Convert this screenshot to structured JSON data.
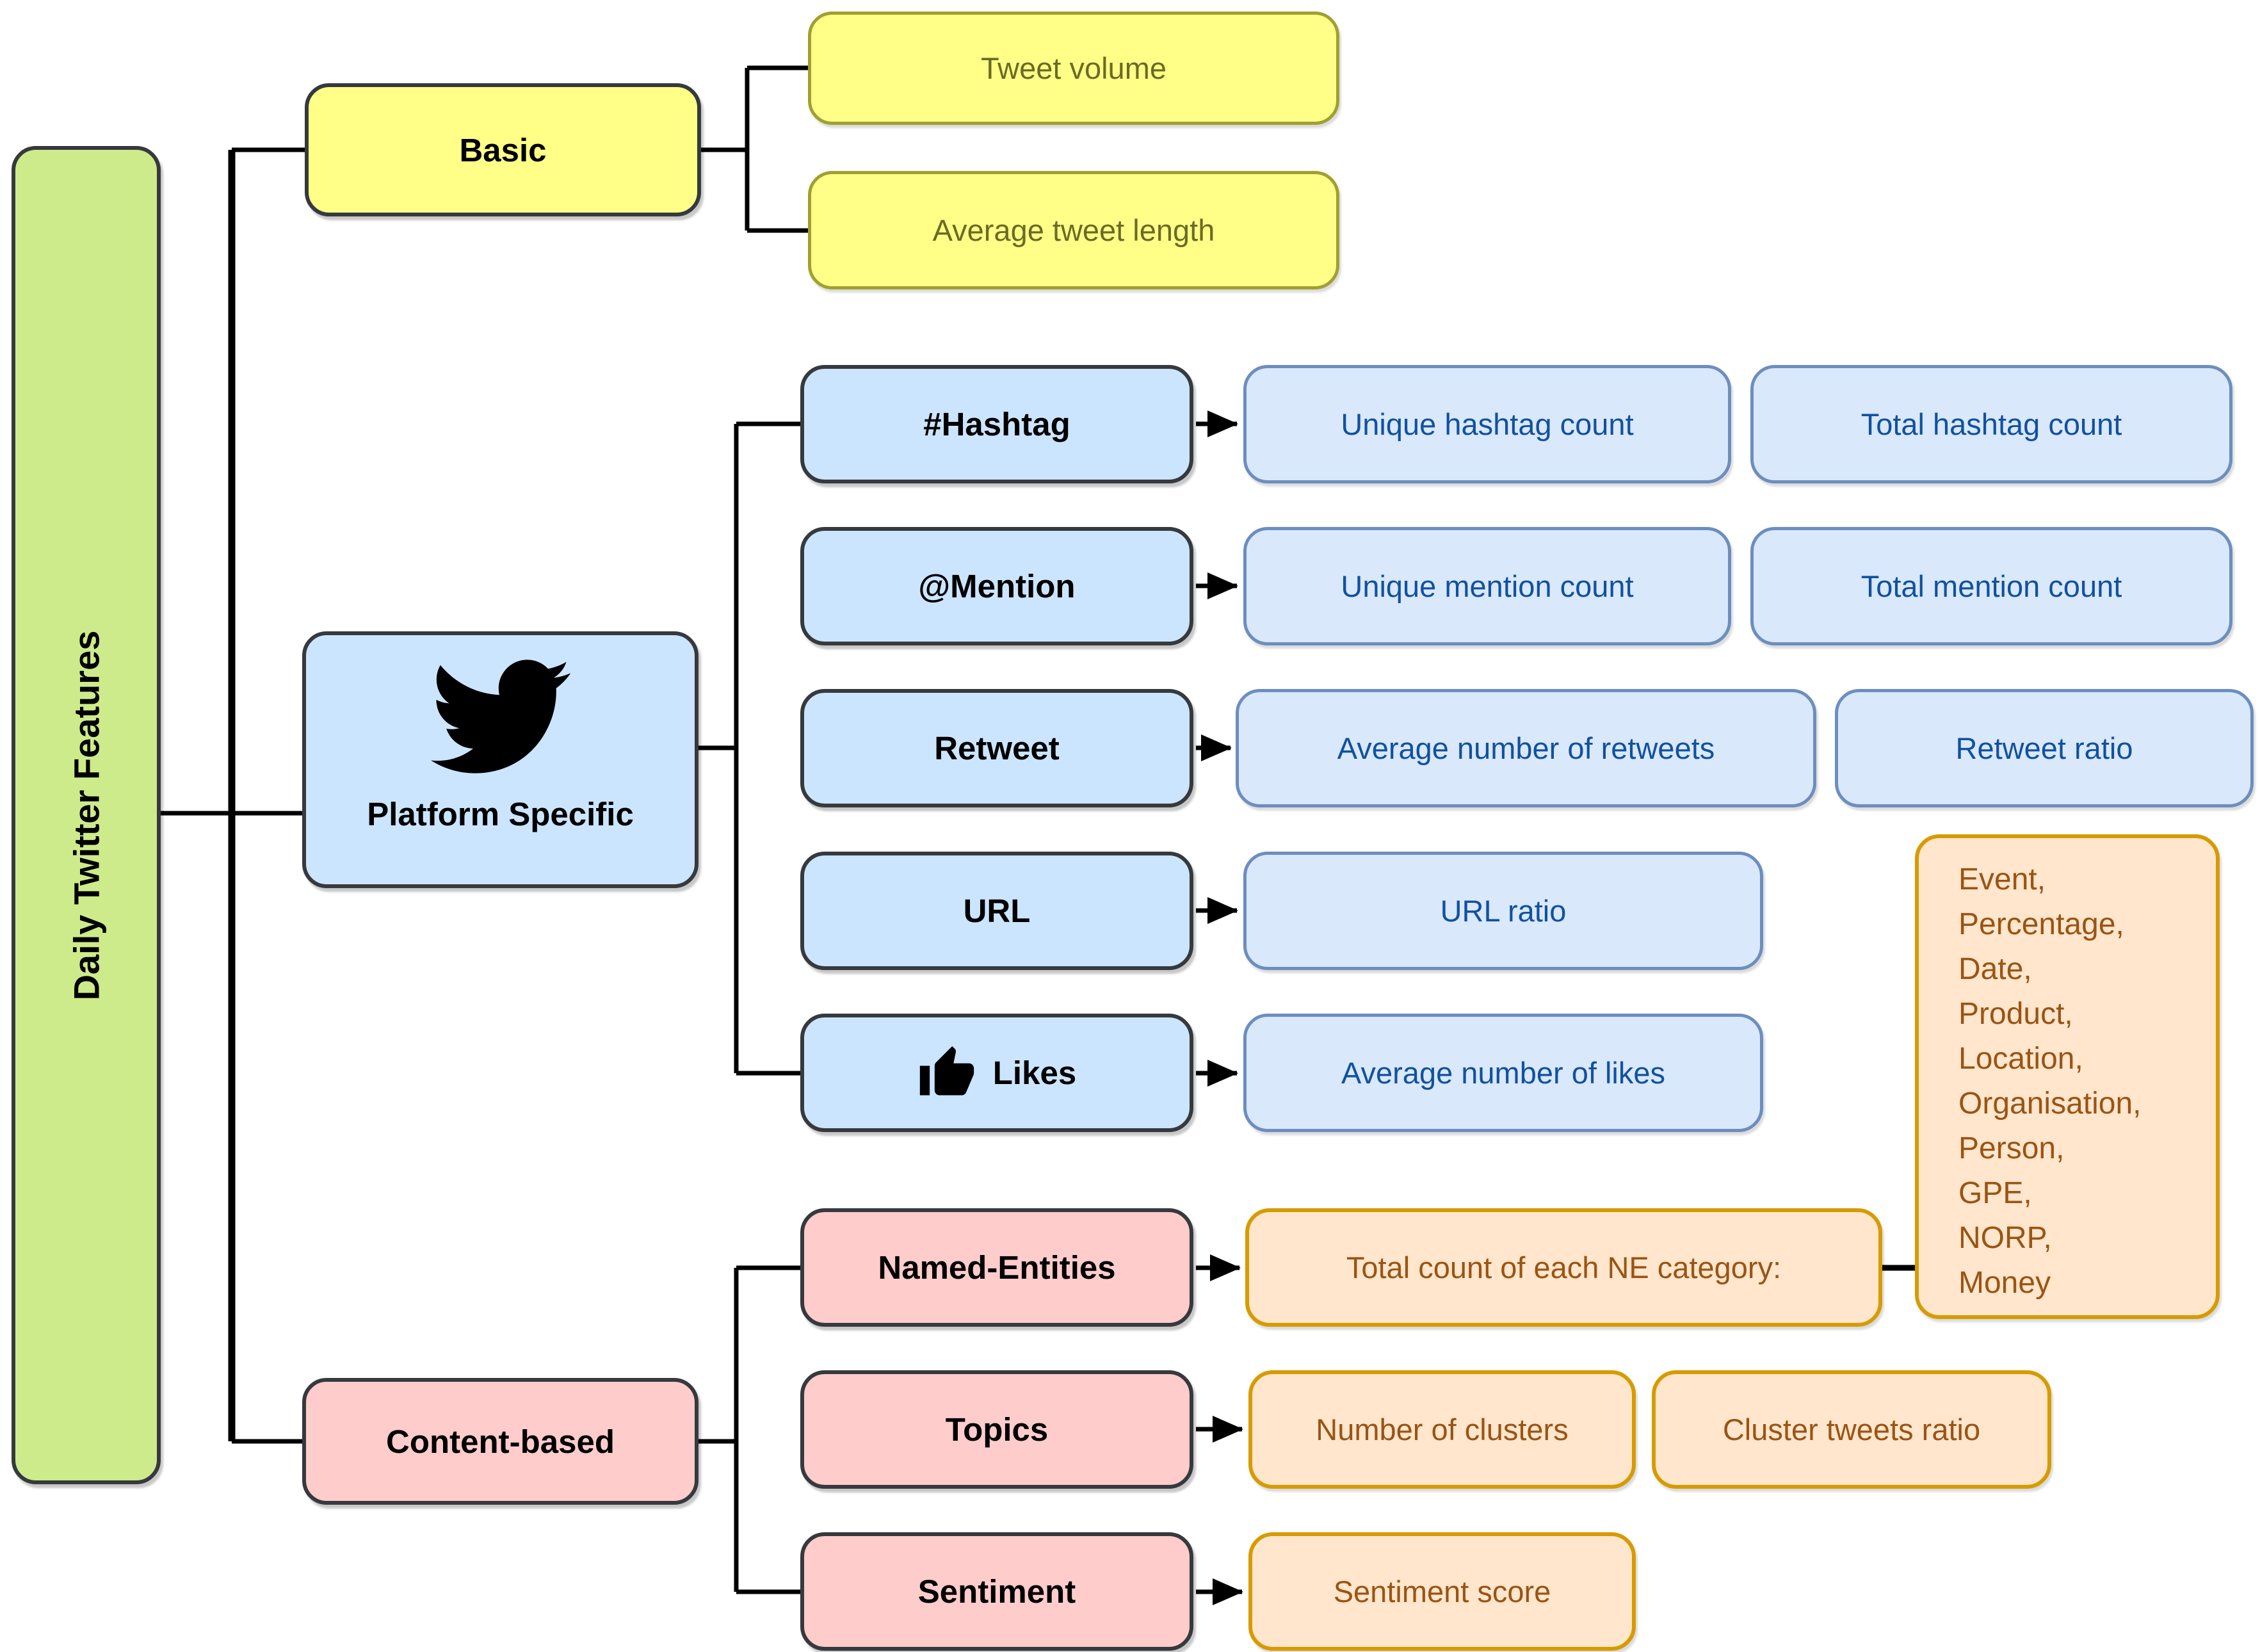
{
  "diagram_title": "Daily Twitter Features",
  "colors": {
    "root_fill": "#cdeb8b",
    "dark_border": "#36393d",
    "yellow_fill": "#ffff88",
    "yellow_border": "#a0a030",
    "yellow_text": "#6b6b24",
    "blue_header_fill": "#cce5ff",
    "blue_feature_fill": "#dae8fc",
    "blue_feature_border": "#6c8ebf",
    "blue_feature_text": "#11519f",
    "pink_fill": "#ffcccc",
    "orange_fill": "#ffe6cc",
    "orange_border": "#d79b00",
    "orange_text": "#9a5414",
    "line_color": "#000000"
  },
  "root": {
    "label": "Daily Twitter Features"
  },
  "basic": {
    "label": "Basic",
    "volume": "Tweet volume",
    "length": "Average tweet length"
  },
  "platform": {
    "label": "Platform Specific",
    "icon": "twitter-bird-icon",
    "hashtag": {
      "label": "#Hashtag",
      "unique": "Unique hashtag count",
      "total": "Total hashtag count"
    },
    "mention": {
      "label": "@Mention",
      "unique": "Unique mention count",
      "total": "Total mention count"
    },
    "retweet": {
      "label": "Retweet",
      "avg": "Average number of retweets",
      "ratio": "Retweet ratio"
    },
    "url": {
      "label": "URL",
      "ratio": "URL ratio"
    },
    "likes": {
      "label": "Likes",
      "icon": "thumbs-up-icon",
      "avg": "Average number of likes"
    }
  },
  "content": {
    "label": "Content-based",
    "named_entities": {
      "label": "Named-Entities",
      "total": "Total count of each NE category:",
      "categories": "Event,\nPercentage,\nDate,\nProduct,\nLocation,\nOrganisation,\nPerson,\nGPE,\nNORP,\nMoney"
    },
    "topics": {
      "label": "Topics",
      "clusters": "Number of clusters",
      "ratio": "Cluster tweets ratio"
    },
    "sentiment": {
      "label": "Sentiment",
      "score": "Sentiment score"
    }
  }
}
